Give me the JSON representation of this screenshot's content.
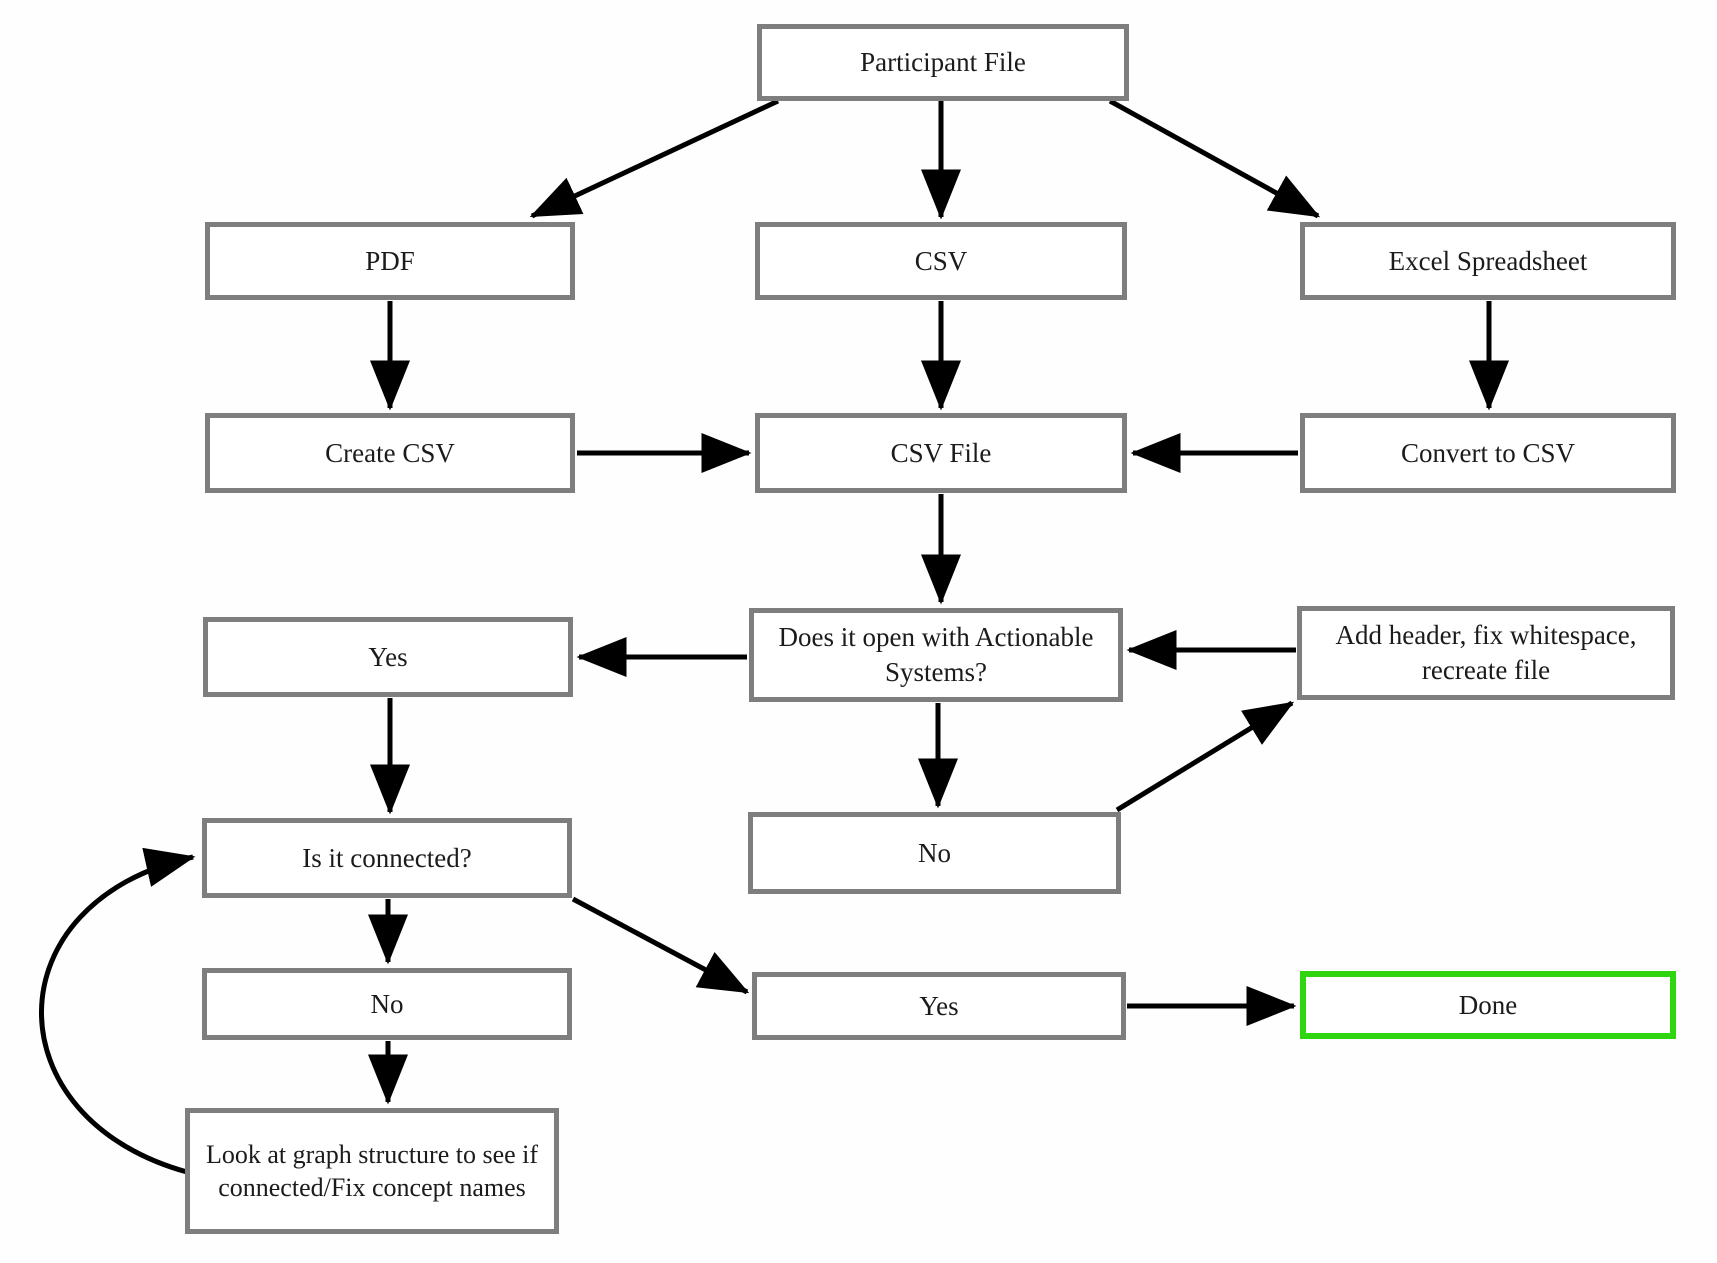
{
  "diagram": {
    "type": "flowchart",
    "colors": {
      "background": "#ffffff",
      "box_border": "#7e7e7e",
      "done_box_border": "#2fd60f",
      "arrow": "#000000",
      "text": "#1b1b1b"
    },
    "nodes": {
      "participant_file": {
        "label": "Participant File"
      },
      "pdf": {
        "label": "PDF"
      },
      "csv": {
        "label": "CSV"
      },
      "excel_spreadsheet": {
        "label": "Excel Spreadsheet"
      },
      "create_csv": {
        "label": "Create CSV"
      },
      "csv_file": {
        "label": "CSV File"
      },
      "convert_to_csv": {
        "label": "Convert to CSV"
      },
      "yes_opens": {
        "label": "Yes"
      },
      "does_it_open": {
        "label": "Does it open with Actionable Systems?"
      },
      "add_header": {
        "label": "Add header, fix whitespace, recreate file"
      },
      "is_it_connected": {
        "label": "Is it connected?"
      },
      "no_opens": {
        "label": "No"
      },
      "no_connected": {
        "label": "No"
      },
      "yes_connected": {
        "label": "Yes"
      },
      "done": {
        "label": "Done"
      },
      "look_at_graph": {
        "label": "Look at graph structure to see if connected/Fix concept names"
      }
    },
    "edges": [
      {
        "from": "participant_file",
        "to": "pdf"
      },
      {
        "from": "participant_file",
        "to": "csv"
      },
      {
        "from": "participant_file",
        "to": "excel_spreadsheet"
      },
      {
        "from": "pdf",
        "to": "create_csv"
      },
      {
        "from": "csv",
        "to": "csv_file"
      },
      {
        "from": "excel_spreadsheet",
        "to": "convert_to_csv"
      },
      {
        "from": "create_csv",
        "to": "csv_file"
      },
      {
        "from": "convert_to_csv",
        "to": "csv_file"
      },
      {
        "from": "csv_file",
        "to": "does_it_open"
      },
      {
        "from": "does_it_open",
        "to": "yes_opens"
      },
      {
        "from": "does_it_open",
        "to": "no_opens"
      },
      {
        "from": "no_opens",
        "to": "add_header"
      },
      {
        "from": "add_header",
        "to": "does_it_open"
      },
      {
        "from": "yes_opens",
        "to": "is_it_connected"
      },
      {
        "from": "is_it_connected",
        "to": "no_connected"
      },
      {
        "from": "is_it_connected",
        "to": "yes_connected"
      },
      {
        "from": "no_connected",
        "to": "look_at_graph"
      },
      {
        "from": "look_at_graph",
        "to": "is_it_connected"
      },
      {
        "from": "yes_connected",
        "to": "done"
      }
    ]
  }
}
